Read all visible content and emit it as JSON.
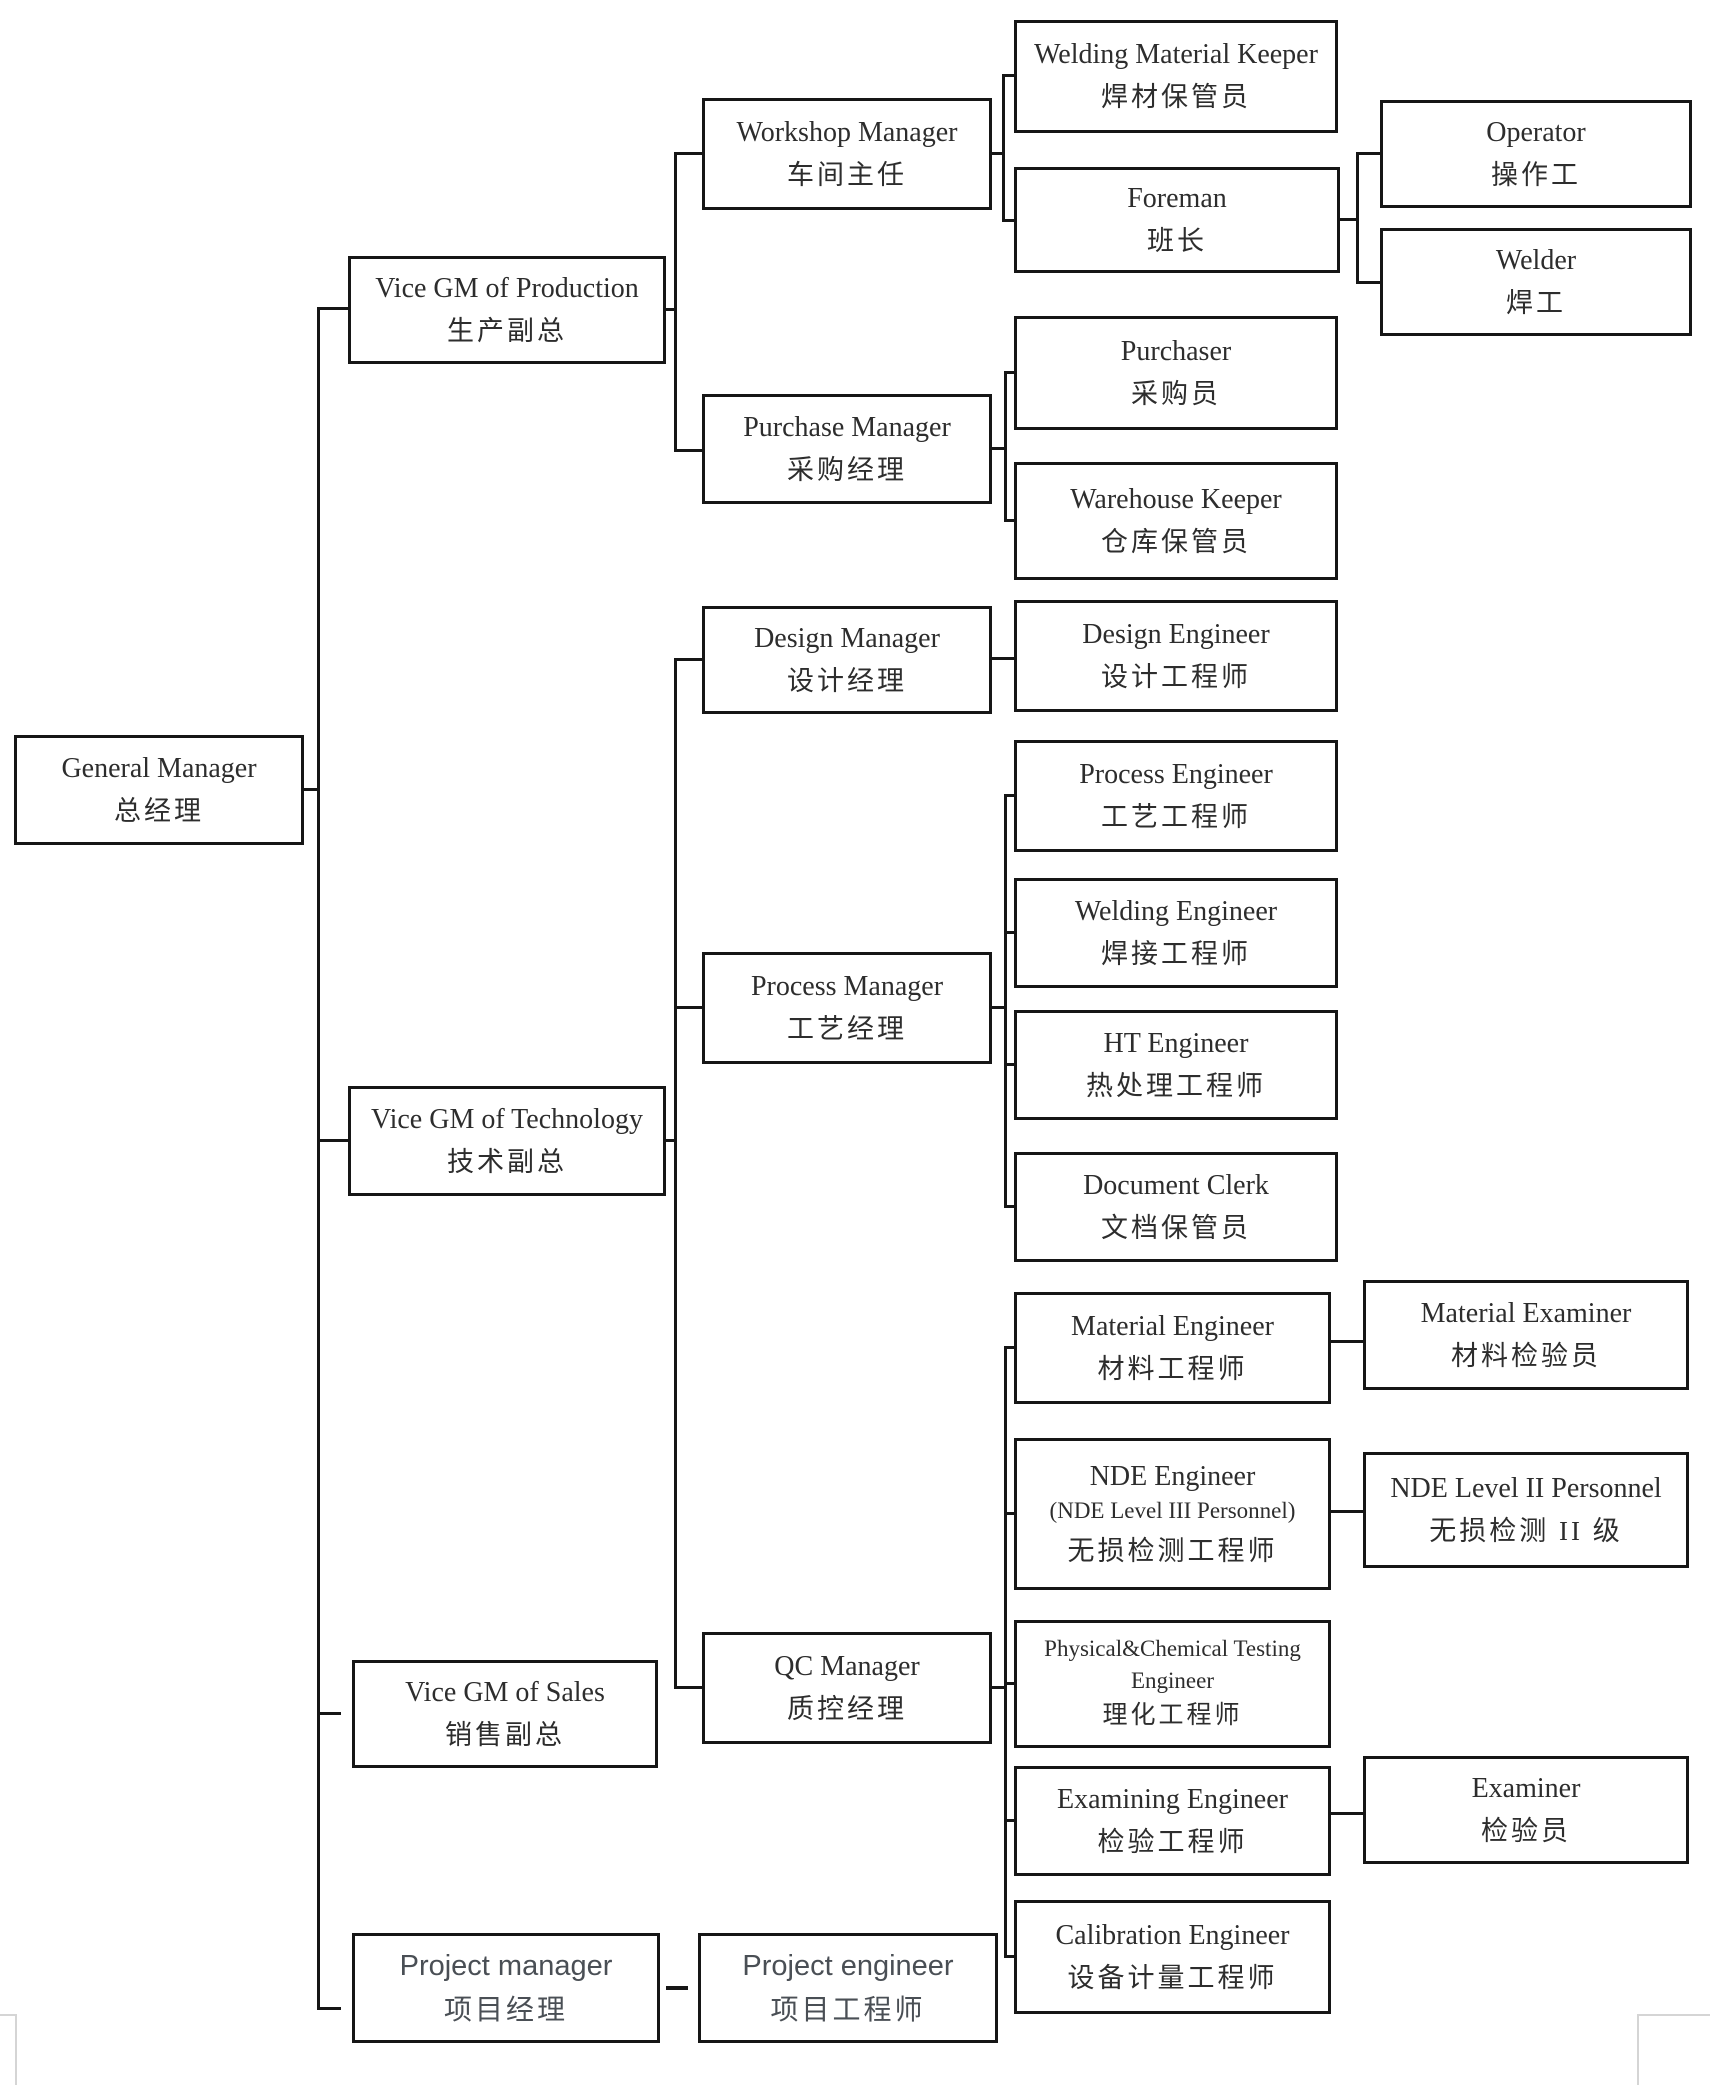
{
  "org": {
    "general_manager": {
      "en": "General Manager",
      "zh": "总经理"
    },
    "vgm_production": {
      "en": "Vice GM of Production",
      "zh": "生产副总"
    },
    "vgm_technology": {
      "en": "Vice GM of Technology",
      "zh": "技术副总"
    },
    "vgm_sales": {
      "en": "Vice GM of Sales",
      "zh": "销售副总"
    },
    "project_manager": {
      "en": "Project manager",
      "zh": "项目经理"
    },
    "workshop_manager": {
      "en": "Workshop Manager",
      "zh": "车间主任"
    },
    "purchase_manager": {
      "en": "Purchase Manager",
      "zh": "采购经理"
    },
    "design_manager": {
      "en": "Design Manager",
      "zh": "设计经理"
    },
    "process_manager": {
      "en": "Process Manager",
      "zh": "工艺经理"
    },
    "qc_manager": {
      "en": "QC Manager",
      "zh": "质控经理"
    },
    "project_engineer": {
      "en": "Project engineer",
      "zh": "项目工程师"
    },
    "welding_material_keeper": {
      "en": "Welding Material Keeper",
      "zh": "焊材保管员"
    },
    "foreman": {
      "en": "Foreman",
      "zh": "班长"
    },
    "operator": {
      "en": "Operator",
      "zh": "操作工"
    },
    "welder": {
      "en": "Welder",
      "zh": "焊工"
    },
    "purchaser": {
      "en": "Purchaser",
      "zh": "采购员"
    },
    "warehouse_keeper": {
      "en": "Warehouse Keeper",
      "zh": "仓库保管员"
    },
    "design_engineer": {
      "en": "Design Engineer",
      "zh": "设计工程师"
    },
    "process_engineer": {
      "en": "Process Engineer",
      "zh": "工艺工程师"
    },
    "welding_engineer": {
      "en": "Welding Engineer",
      "zh": "焊接工程师"
    },
    "ht_engineer": {
      "en": "HT Engineer",
      "zh": "热处理工程师"
    },
    "document_clerk": {
      "en": "Document Clerk",
      "zh": "文档保管员"
    },
    "material_engineer": {
      "en": "Material Engineer",
      "zh": "材料工程师"
    },
    "material_examiner": {
      "en": "Material Examiner",
      "zh": "材料检验员"
    },
    "nde_engineer": {
      "en": "NDE Engineer",
      "sub": "(NDE Level III Personnel)",
      "zh": "无损检测工程师"
    },
    "nde_level2": {
      "en": "NDE Level II Personnel",
      "zh": "无损检测 II 级"
    },
    "pc_testing_engineer": {
      "en": "Physical&Chemical Testing",
      "sub": "Engineer",
      "zh": "理化工程师"
    },
    "examining_engineer": {
      "en": "Examining Engineer",
      "zh": "检验工程师"
    },
    "examiner": {
      "en": "Examiner",
      "zh": "检验员"
    },
    "calibration_engineer": {
      "en": "Calibration Engineer",
      "zh": "设备计量工程师"
    }
  },
  "colors": {
    "line": "#161616",
    "text": "#2d2d2d",
    "corner_mark": "#d5d5d5"
  }
}
